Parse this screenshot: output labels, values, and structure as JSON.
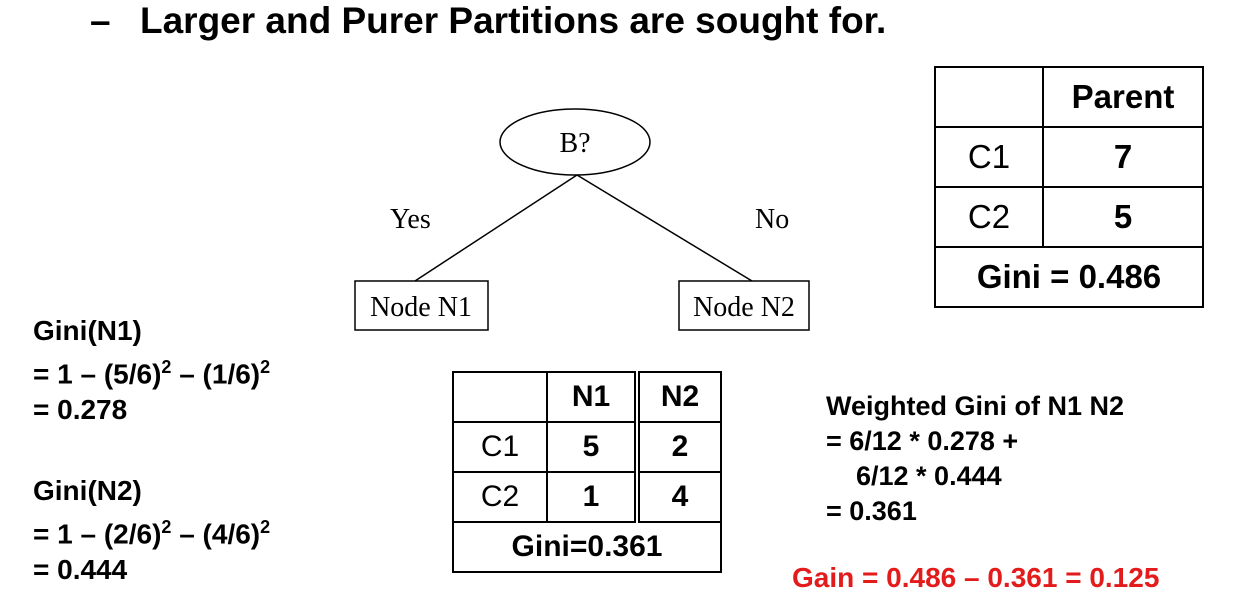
{
  "heading": {
    "bullet": "–",
    "text": "Larger and Purer Partitions are sought for."
  },
  "tree": {
    "root": "B?",
    "left_edge": "Yes",
    "right_edge": "No",
    "left_child": "Node N1",
    "right_child": "Node N2"
  },
  "parent_table": {
    "header": "Parent",
    "rows": [
      {
        "label": "C1",
        "value": "7"
      },
      {
        "label": "C2",
        "value": "5"
      }
    ],
    "gini": "Gini = 0.486"
  },
  "child_table": {
    "headers": [
      "N1",
      "N2"
    ],
    "rows": [
      {
        "label": "C1",
        "n1": "5",
        "n2": "2"
      },
      {
        "label": "C2",
        "n1": "1",
        "n2": "4"
      }
    ],
    "gini": "Gini=0.361"
  },
  "gini_n1": {
    "title": "Gini(N1)",
    "formula": {
      "a": "= 1 – (5/6)",
      "b": " – (1/6)",
      "exp": "2"
    },
    "result": "= 0.278"
  },
  "gini_n2": {
    "title": "Gini(N2)",
    "formula": {
      "a": "= 1 – (2/6)",
      "b": " – (4/6)",
      "exp": "2"
    },
    "result": "= 0.444"
  },
  "weighted": {
    "title": "Weighted Gini of N1 N2",
    "lines": [
      "= 6/12 * 0.278 +",
      "6/12 * 0.444",
      "= 0.361"
    ]
  },
  "gain": "Gain = 0.486 – 0.361 = 0.125",
  "colors": {
    "gain": "#e31b1b"
  }
}
